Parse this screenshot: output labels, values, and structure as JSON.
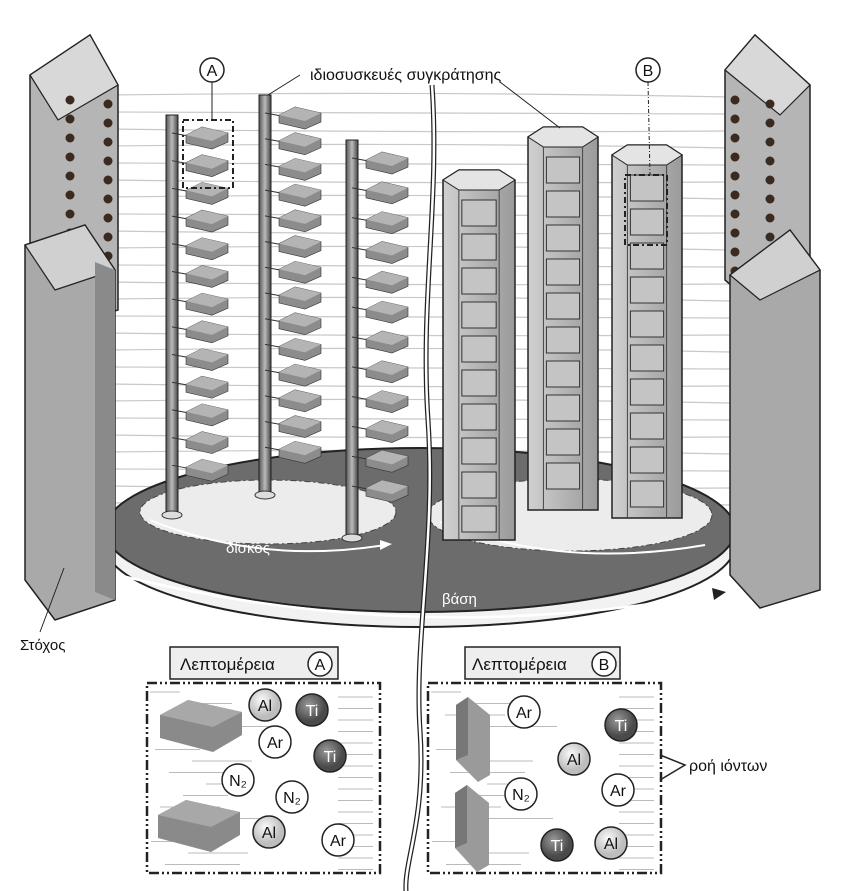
{
  "labels": {
    "holders": "ιδιοσυσκευές συγκράτησης",
    "marker_a": "A",
    "marker_b": "B",
    "disc": "δίσκος",
    "base": "βάση",
    "target": "Στόχος",
    "ion_flow": "ροή ιόντων"
  },
  "detail_a": {
    "title": "Λεπτομέρεια",
    "marker": "A",
    "particles": [
      "Al",
      "Ti",
      "Ar",
      "Ti",
      "N₂",
      "N₂",
      "Al",
      "Ar"
    ]
  },
  "detail_b": {
    "title": "Λεπτομέρεια",
    "marker": "B",
    "particles": [
      "Ar",
      "Ti",
      "Al",
      "Ar",
      "N₂",
      "Ti",
      "Al"
    ]
  },
  "colors": {
    "target": "#a9a9a9",
    "base_top": "#6c6c6c",
    "disc": "#ececec",
    "ti": "#6b6b6b",
    "al": "#e2e2e2"
  }
}
